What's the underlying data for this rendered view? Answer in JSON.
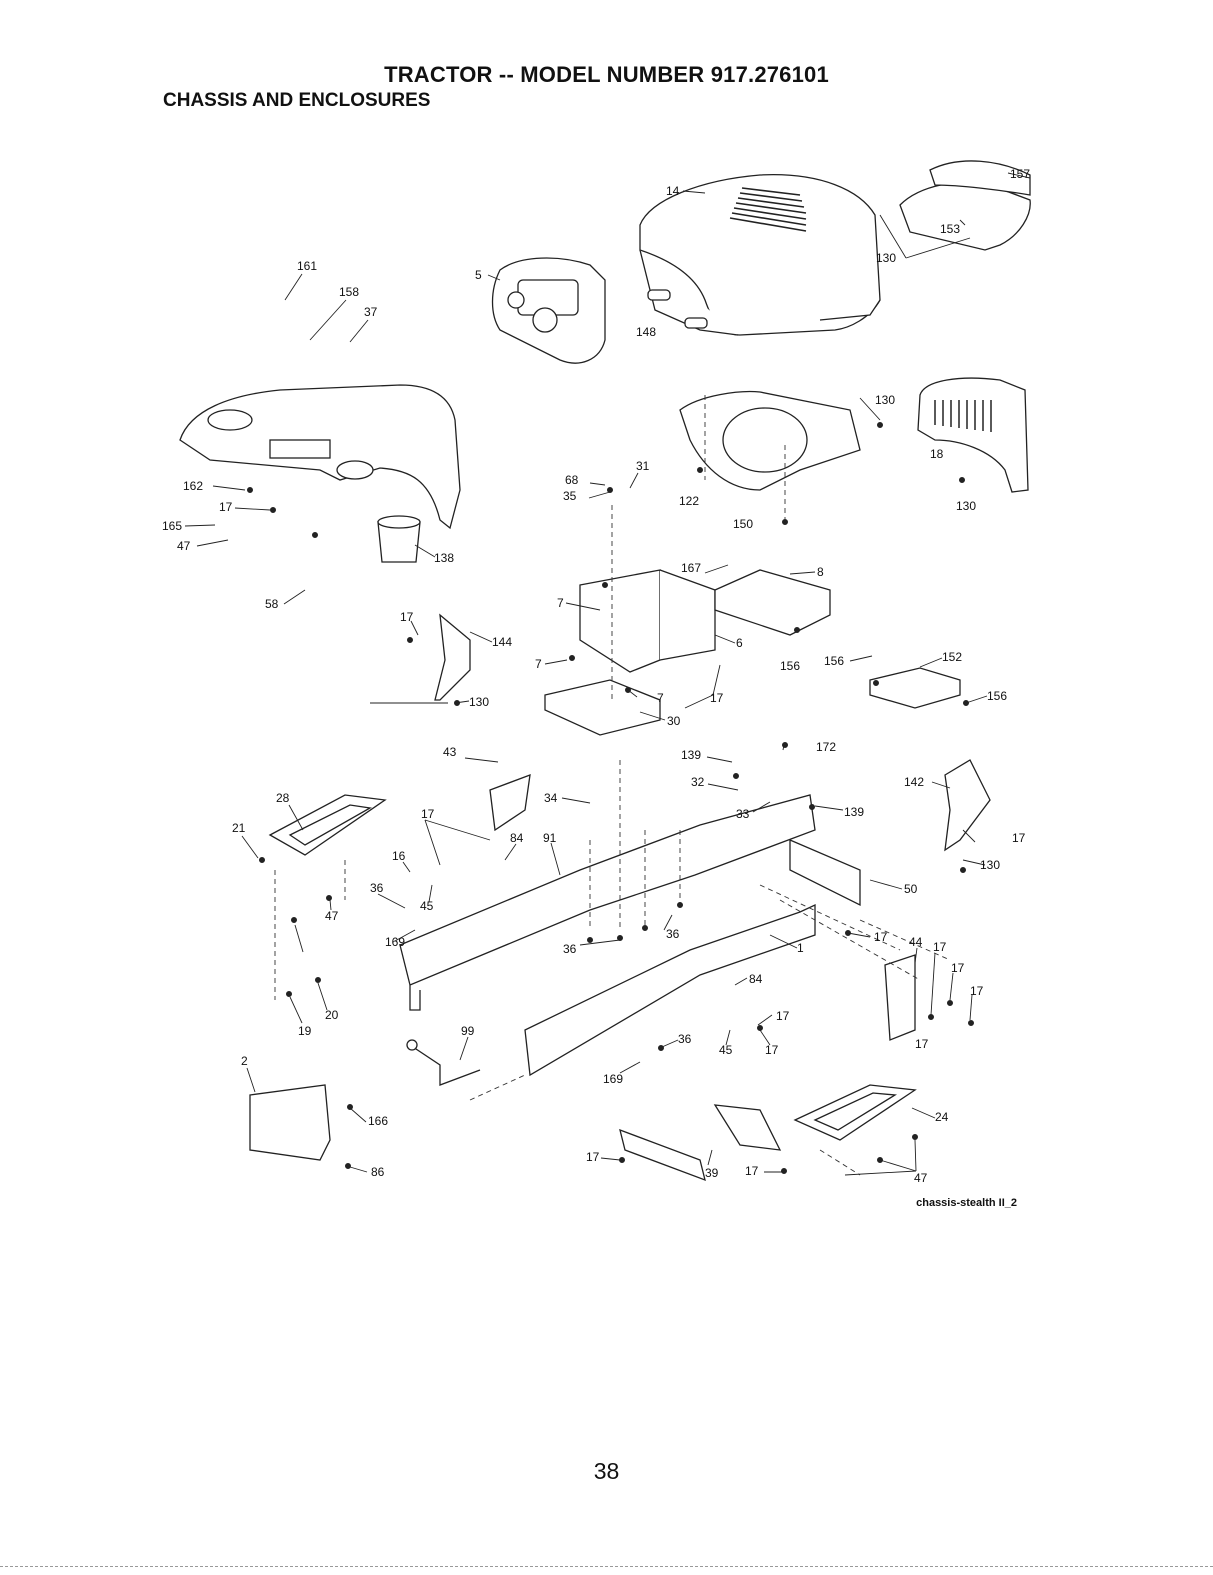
{
  "header": {
    "title": "TRACTOR -- MODEL NUMBER 917.276101",
    "subtitle": "CHASSIS AND ENCLOSURES"
  },
  "diagram": {
    "callouts": [
      "14",
      "157",
      "153",
      "130",
      "148",
      "161",
      "158",
      "37",
      "5",
      "162",
      "17",
      "165",
      "47",
      "58",
      "138",
      "68",
      "31",
      "35",
      "122",
      "150",
      "130",
      "18",
      "130",
      "167",
      "8",
      "7",
      "6",
      "156",
      "156",
      "152",
      "156",
      "7",
      "7",
      "17",
      "30",
      "144",
      "17",
      "130",
      "43",
      "139",
      "172",
      "32",
      "33",
      "139",
      "142",
      "17",
      "130",
      "28",
      "21",
      "17",
      "16",
      "84",
      "91",
      "34",
      "36",
      "45",
      "47",
      "169",
      "36",
      "36",
      "50",
      "17",
      "44",
      "17",
      "17",
      "17",
      "1",
      "84",
      "17",
      "20",
      "19",
      "99",
      "36",
      "45",
      "17",
      "17",
      "169",
      "2",
      "166",
      "86",
      "24",
      "17",
      "39",
      "17",
      "47"
    ]
  },
  "footer": {
    "drawing_ref": "chassis-stealth II_2",
    "page_number": "38"
  }
}
